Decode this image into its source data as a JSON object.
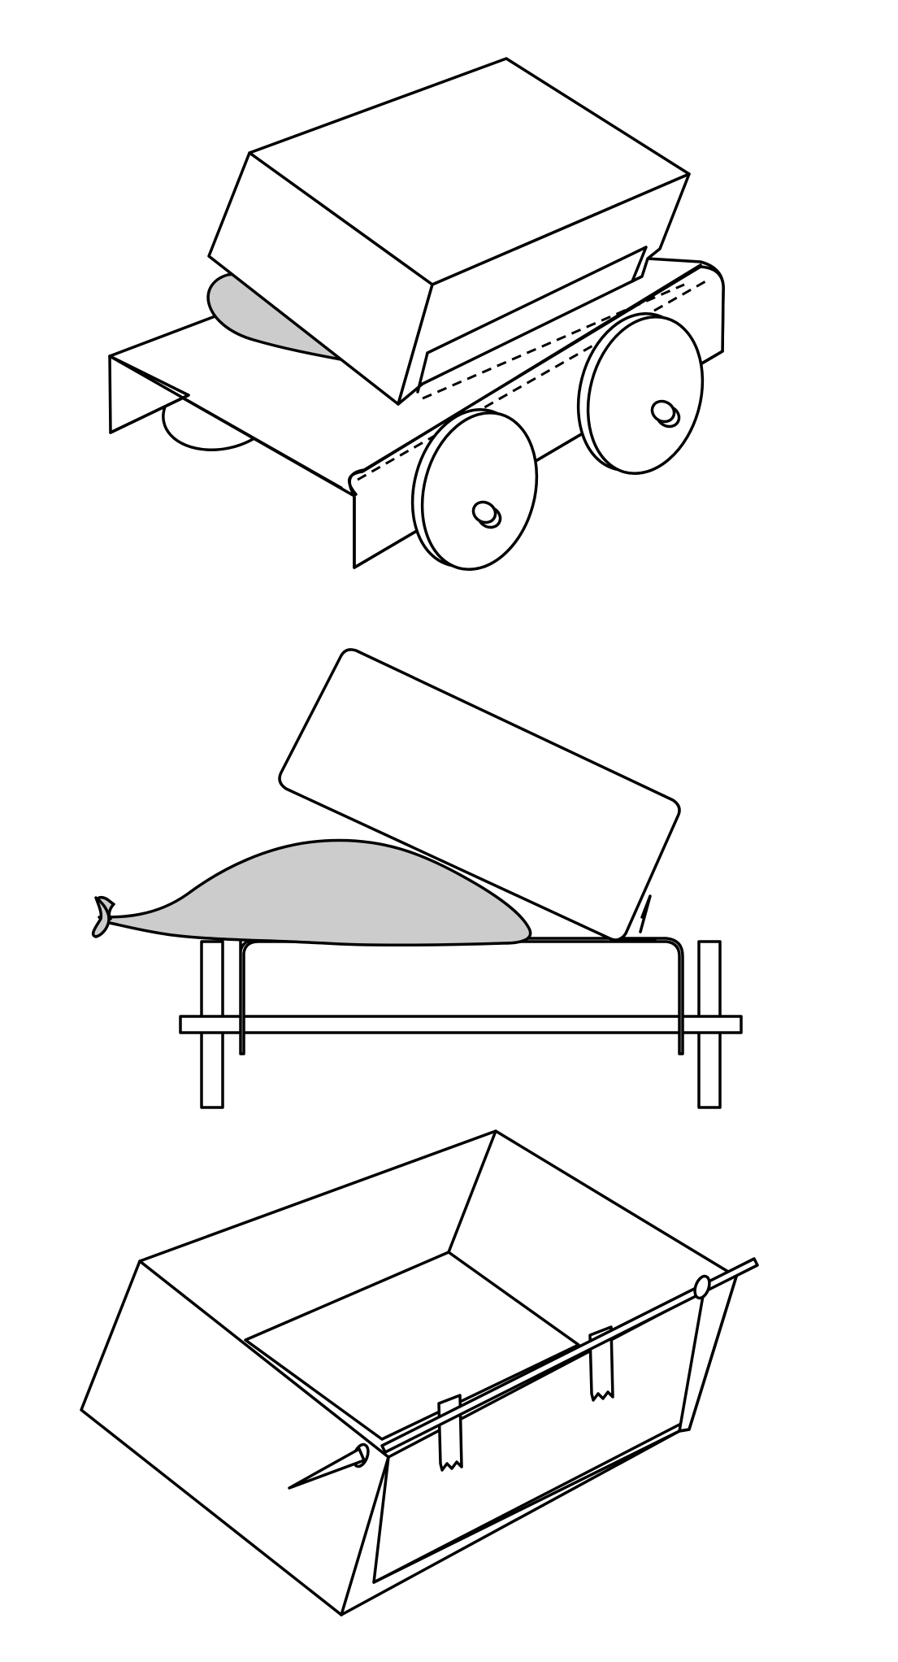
{
  "colors": {
    "background": "#ffffff",
    "stroke": "#000000",
    "balloon_fill": "#cccccc"
  },
  "figures": [
    {
      "id": "cart-perspective",
      "icons": [
        "chassis",
        "body-box",
        "balloon",
        "wheel",
        "axle"
      ]
    },
    {
      "id": "cart-side-view",
      "icons": [
        "lid",
        "balloon",
        "chassis",
        "wheel",
        "axle"
      ]
    },
    {
      "id": "box-with-axle",
      "icons": [
        "box",
        "axle-rod",
        "tape-strip"
      ]
    }
  ]
}
